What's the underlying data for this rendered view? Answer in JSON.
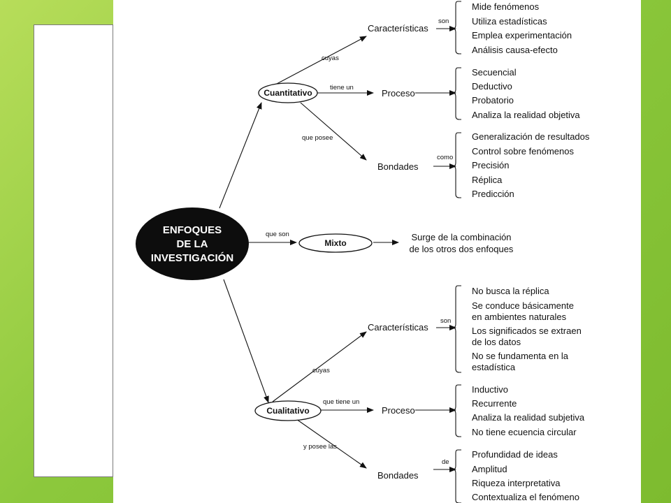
{
  "root": {
    "lines": [
      "ENFOQUES",
      "DE LA",
      "INVESTIGACIÓN"
    ]
  },
  "quant": {
    "label": "Cuantitativo",
    "link_cuyas": "cuyas",
    "link_tiene": "tiene un",
    "link_posee": "que posee",
    "caracteristicas": {
      "label": "Características",
      "conn": "son",
      "items": [
        "Mide fenómenos",
        "Utiliza estadísticas",
        "Emplea experimentación",
        "Análisis causa-efecto"
      ]
    },
    "proceso": {
      "label": "Proceso",
      "items": [
        "Secuencial",
        "Deductivo",
        "Probatorio",
        "Analiza la realidad objetiva"
      ]
    },
    "bondades": {
      "label": "Bondades",
      "conn": "como",
      "items": [
        "Generalización de resultados",
        "Control sobre fenómenos",
        "Precisión",
        "Réplica",
        "Predicción"
      ]
    }
  },
  "mixto": {
    "link": "que son",
    "label": "Mixto",
    "desc": [
      "Surge de la combinación",
      "de los otros dos enfoques"
    ]
  },
  "cual": {
    "label": "Cualitativo",
    "link_cuyas": "cuyas",
    "link_tiene": "que tiene un",
    "link_posee": "y posee las",
    "caracteristicas": {
      "label": "Características",
      "conn": "son",
      "items": [
        "No busca la réplica",
        "Se conduce básicamente",
        "en ambientes naturales",
        "Los significados se extraen",
        "de los datos",
        "No se fundamenta en la",
        "estadística"
      ]
    },
    "proceso": {
      "label": "Proceso",
      "items": [
        "Inductivo",
        "Recurrente",
        "Analiza la realidad subjetiva",
        "No tiene ecuencia circular"
      ]
    },
    "bondades": {
      "label": "Bondades",
      "conn": "de",
      "items": [
        "Profundidad de ideas",
        "Amplitud",
        "Riqueza interpretativa",
        "Contextualiza el fenómeno"
      ]
    }
  }
}
